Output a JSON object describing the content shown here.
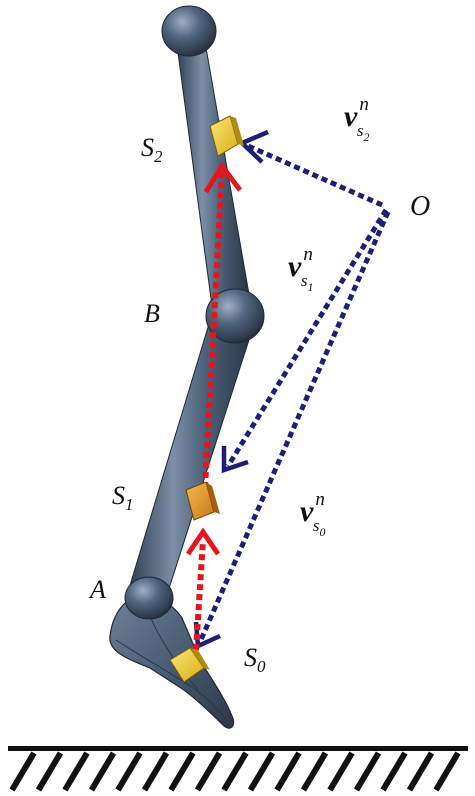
{
  "labels": {
    "S2": {
      "main": "S",
      "sub": "2"
    },
    "S1": {
      "main": "S",
      "sub": "1"
    },
    "S0": {
      "main": "S",
      "sub": "0"
    },
    "B": "B",
    "A": "A",
    "O": "O"
  },
  "vectors": {
    "vs2": {
      "base": "v",
      "sup": "n",
      "sub_letter": "s",
      "sub_index": "2"
    },
    "vs1": {
      "base": "v",
      "sup": "n",
      "sub_letter": "s",
      "sub_index": "1"
    },
    "vs0": {
      "base": "v",
      "sup": "n",
      "sub_letter": "s",
      "sub_index": "0"
    }
  },
  "colors": {
    "limb": "#4a5d73",
    "limb_highlight": "#8496ab",
    "limb_shadow": "#2a3646",
    "sensor_yellow": "#f2cf2a",
    "sensor_orange": "#e39a2a",
    "red_arrow": "#e8141b",
    "blue_arrow": "#1c1f75",
    "ground": "#111111"
  }
}
